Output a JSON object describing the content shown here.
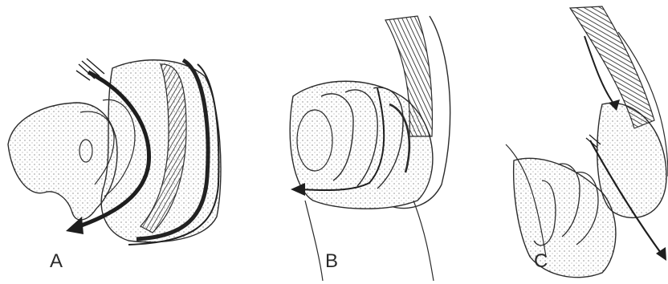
{
  "panels": [
    {
      "label": "A"
    },
    {
      "label": "B"
    },
    {
      "label": "C"
    }
  ],
  "colors": {
    "ink": "#2b2b2b",
    "shade": "#6a6a6a",
    "paper": "#ffffff"
  }
}
